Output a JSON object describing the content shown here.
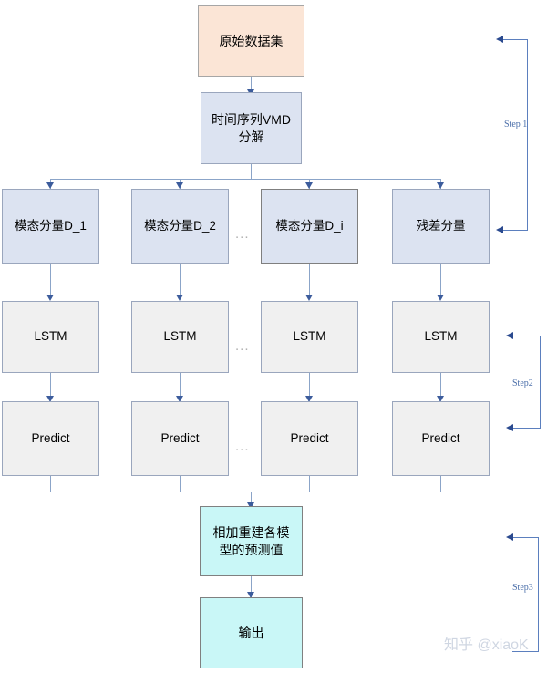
{
  "diagram": {
    "title": "VMD-LSTM time series forecasting flowchart",
    "colors": {
      "source_fill": "#fbe5d6",
      "decomp_fill": "#dce3f1",
      "stage_fill": "#f0f0f0",
      "result_fill": "#c9f7f7",
      "connector": "#8ba4c8",
      "step_accent": "#5b7fbe"
    }
  },
  "nodes": {
    "source": "原始数据集",
    "decomposition": "时间序列VMD\n分解",
    "modes": [
      "模态分量D_1",
      "模态分量D_2",
      "模态分量D_i",
      "残差分量"
    ],
    "models": [
      "LSTM",
      "LSTM",
      "LSTM",
      "LSTM"
    ],
    "predictions": [
      "Predict",
      "Predict",
      "Predict",
      "Predict"
    ],
    "reconstruct": "相加重建各模\n型的预测值",
    "output": "输出"
  },
  "ellipses": {
    "mode_row": "...",
    "model_row": "...",
    "predict_row": "..."
  },
  "steps": [
    {
      "label": "Step 1"
    },
    {
      "label": "Step2"
    },
    {
      "label": "Step3"
    }
  ],
  "watermark": "知乎 @xiaoK"
}
